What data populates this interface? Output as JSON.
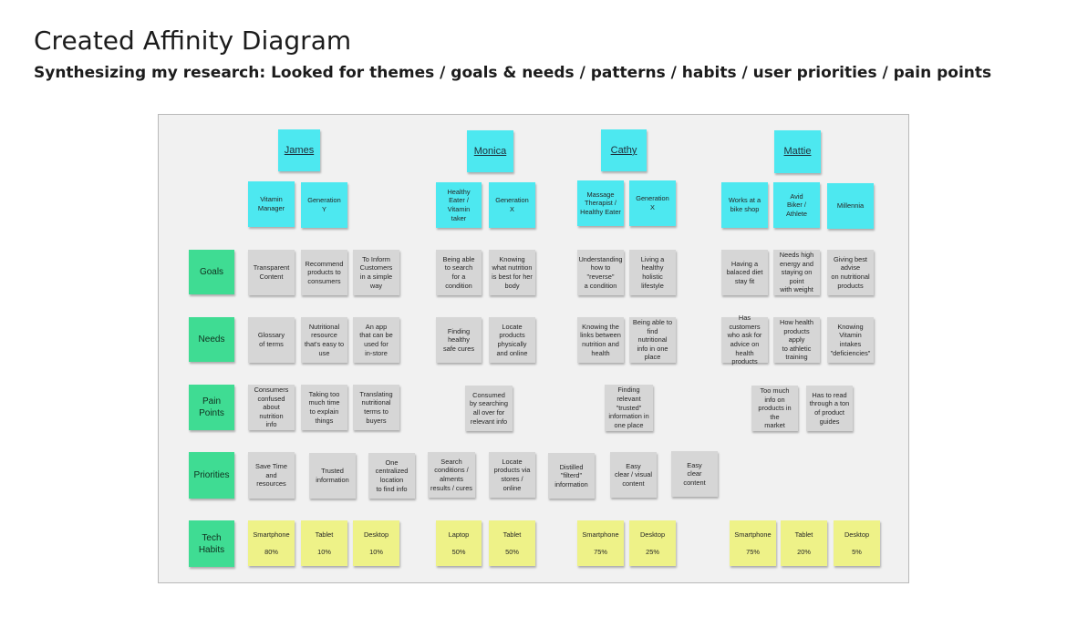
{
  "header": {
    "title": "Created Affinity Diagram",
    "subtitle": "Synthesizing my research: Looked for themes / goals & needs / patterns / habits / user priorities / pain points"
  },
  "colors": {
    "persona": "#4de8f0",
    "category": "#3fdc93",
    "insight": "#d6d6d6",
    "tech": "#eef288",
    "board": "#f1f1f1"
  },
  "personas": [
    "James",
    "Monica",
    "Cathy",
    "Mattie"
  ],
  "traits": [
    "Vitamin\nManager",
    "Generation\nY",
    "Healthy\nEater /\nVitamin\ntaker",
    "Generation\nX",
    "Massage\nTherapist /\nHealthy Eater",
    "Generation\nX",
    "Works at a\nbike shop",
    "Avid\nBiker /\nAthlete",
    "Millennia"
  ],
  "categories": [
    "Goals",
    "Needs",
    "Pain\nPoints",
    "Priorities",
    "Tech\nHabits"
  ],
  "goals": [
    "Transparent\nContent",
    "Recommend\nproducts to\nconsumers",
    "To Inform\nCustomers\nin a simple\nway",
    "Being able\nto search\nfor a\ncondition",
    "Knowing\nwhat nutrition\nis best for her\nbody",
    "Understanding\nhow to\n\"reverse\"\na condition",
    "Living a\nhealthy\nholistic\nlifestyle",
    "Having a\nbalaced diet\nstay fit",
    "Needs high\nenergy and\nstaying on point\nwith weight",
    "Giving best\nadvise\non nutritional\nproducts"
  ],
  "needs": [
    "Glossary\nof terms",
    "Nutritional\nresource\nthat's easy to\nuse",
    "An app\nthat can be\nused for\nin-store",
    "Finding\nhealthy\nsafe cures",
    "Locate\nproducts\nphysically\nand online",
    "Knowing the\nlinks between\nnutrition and\nhealth",
    "Being able to\nfind nutritional\ninfo in one\nplace",
    "Has customers\nwho ask for\nadvice on\nhealth products",
    "How health\nproducts apply\nto athletic\ntraining",
    "Knowing\nVitamin\nintakes\n\"deficiencies\""
  ],
  "pain_points": [
    "Consumers\nconfused\nabout nutrition\ninfo",
    "Taking too\nmuch time\nto explain\nthings",
    "Translating\nnutritional\nterms to\nbuyers",
    "Consumed\nby searching\nall over for\nrelevant info",
    "Finding\nrelevant\n\"trusted\"\ninformation in\none place",
    "Too much\ninfo on\nproducts in the\nmarket",
    "Has to read\nthrough a ton\nof product\nguides"
  ],
  "priorities": [
    "Save Time\nand\nresources",
    "Trusted\ninformation",
    "One\ncentralized\nlocation\nto find info",
    "Search\nconditions /\nalments\nresults / cures",
    "Locate\nproducts via\nstores / online",
    "Distilled\n\"filterd\"\ninformation",
    "Easy\nclear / visual\ncontent",
    "Easy\nclear\ncontent"
  ],
  "tech_habits": [
    "Smartphone\n\n80%",
    "Tablet\n\n10%",
    "Desktop\n\n10%",
    "Laptop\n\n50%",
    "Tablet\n\n50%",
    "Smartphone\n\n75%",
    "Desktop\n\n25%",
    "Smartphone\n\n75%",
    "Tablet\n\n20%",
    "Desktop\n\n5%"
  ]
}
